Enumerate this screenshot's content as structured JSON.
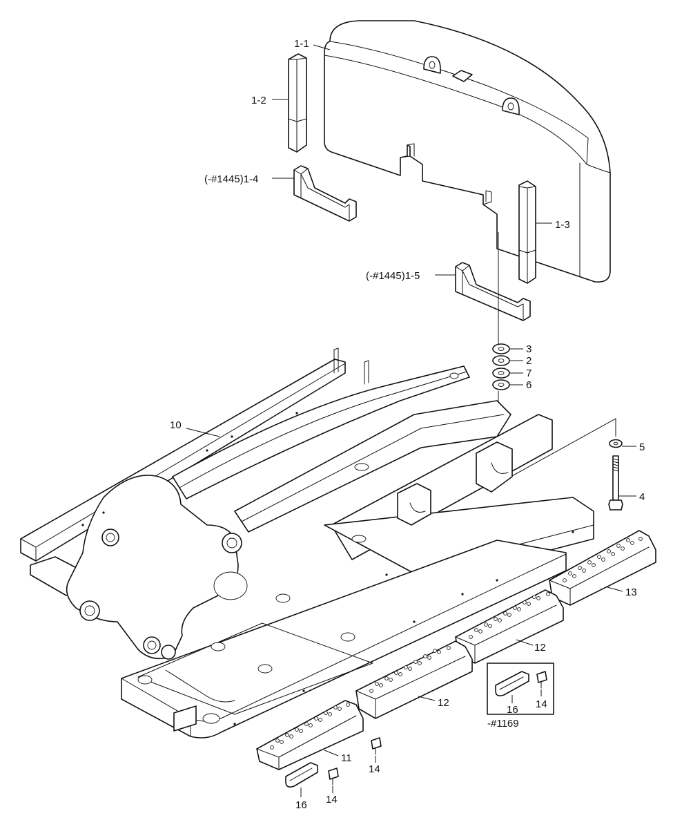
{
  "labels": {
    "l_1_1": "1-1",
    "l_1_2": "1-2",
    "l_1_3": "1-3",
    "l_1_4": "(-#1445)1-4",
    "l_1_5": "(-#1445)1-5",
    "l_3": "3",
    "l_2": "2",
    "l_7": "7",
    "l_6": "6",
    "l_5": "5",
    "l_4": "4",
    "l_10": "10",
    "l_13": "13",
    "l_12a": "12",
    "l_12b": "12",
    "l_11": "11",
    "l_14a": "14",
    "l_14b": "14",
    "l_14c": "14",
    "l_16a": "16",
    "l_16b": "16",
    "l_1169": "-#1169"
  }
}
